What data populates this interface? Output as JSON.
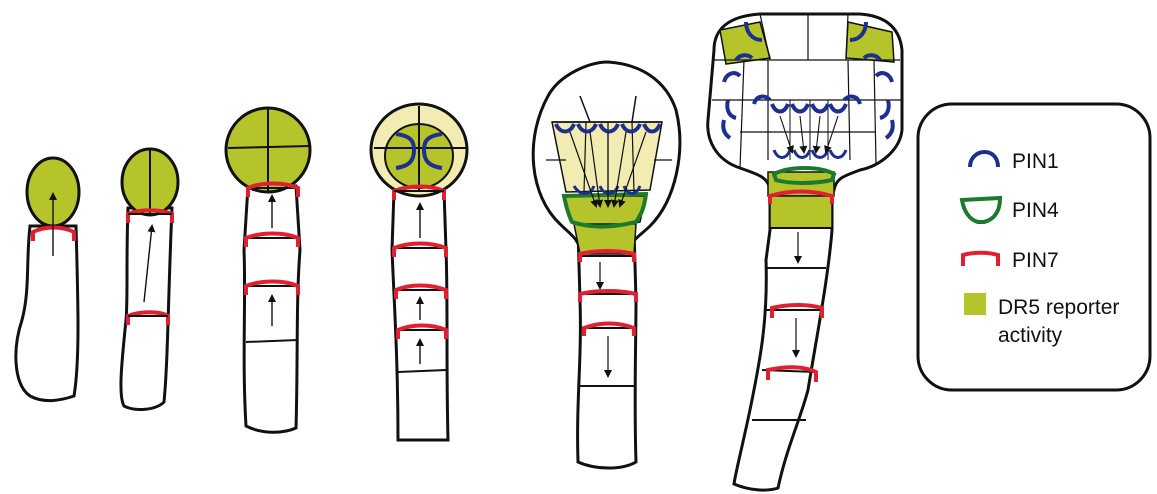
{
  "colors": {
    "dr5": "#b5c42a",
    "pale_yellow": "#f3ecb2",
    "pin1": "#1d2f8f",
    "pin4": "#1b7a2e",
    "pin7": "#e02030",
    "outline": "#111111"
  },
  "legend": {
    "items": [
      {
        "label": "PIN1",
        "symbol": "pin1-arc-icon"
      },
      {
        "label": "PIN4",
        "symbol": "pin4-cup-icon"
      },
      {
        "label": "PIN7",
        "symbol": "pin7-bracket-icon"
      },
      {
        "label_line1": "DR5 reporter",
        "label_line2": "activity",
        "symbol": "dr5-square-icon"
      }
    ]
  },
  "stages": [
    "stage-1",
    "stage-2",
    "stage-3",
    "stage-4",
    "stage-5",
    "stage-6"
  ]
}
